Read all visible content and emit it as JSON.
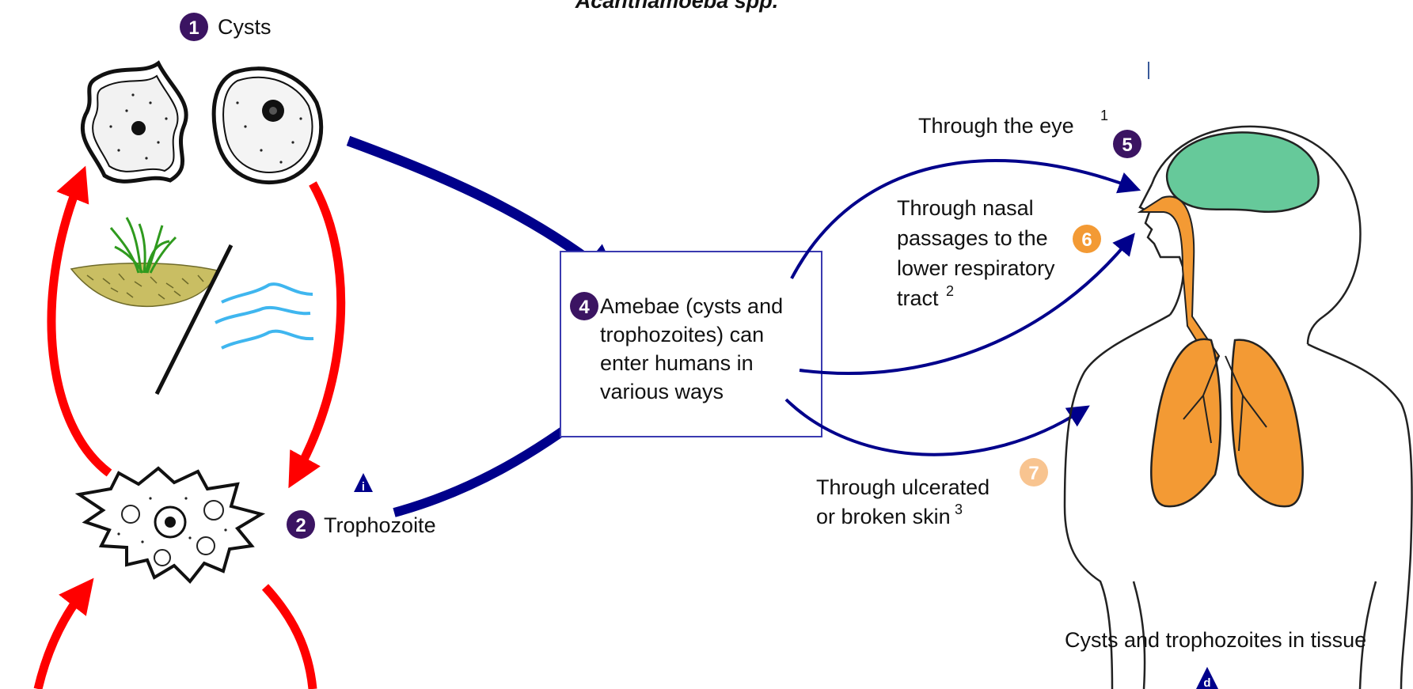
{
  "title": "Acanthamoeba spp.",
  "colors": {
    "lifecycle_arrow": "#ff0000",
    "infection_arrow": "#00008b",
    "stage_badge": "#3b1462",
    "nasal_badge": "#f39a34",
    "skin_badge": "#f8c490",
    "brain": "#66c99a",
    "respiratory": "#f39a34",
    "water": "#3fb6ef",
    "soil": "#c9be63",
    "grass": "#2f9a1e"
  },
  "stages": {
    "cysts": {
      "number": "1",
      "label": "Cysts"
    },
    "trophozoite": {
      "number": "2",
      "label": "Trophozoite",
      "marker": "i"
    },
    "entry_box": {
      "number": "4",
      "lines": [
        "Amebae (cysts and",
        "trophozoites) can",
        "enter humans in",
        "various ways"
      ]
    },
    "eye": {
      "number": "5",
      "label": "Through the eye",
      "footnote": "1"
    },
    "nasal": {
      "number": "6",
      "lines": [
        "Through nasal",
        "passages to the",
        "lower respiratory",
        "tract"
      ],
      "footnote": "2"
    },
    "skin": {
      "number": "7",
      "lines": [
        "Through ulcerated",
        "or broken skin"
      ],
      "footnote": "3"
    },
    "tissue": {
      "label": "Cysts and trophozoites in tissue",
      "marker": "d"
    }
  }
}
